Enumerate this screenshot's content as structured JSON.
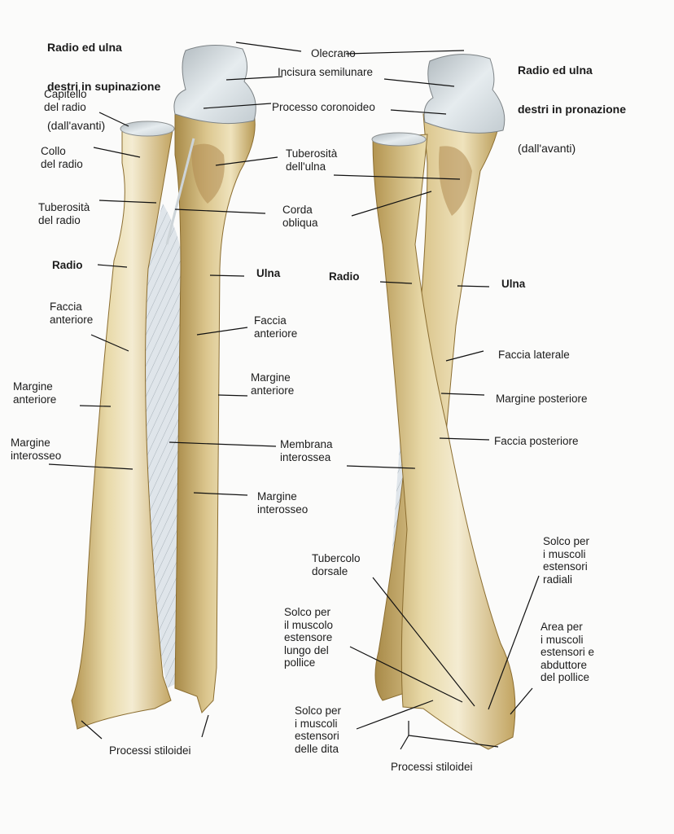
{
  "figure": {
    "colors": {
      "bone": "#d9c48c",
      "bone_shadow": "#a88a48",
      "bone_highlight": "#f3ead0",
      "cartilage": "#c9d2d6",
      "membrane": "#d8dfe4",
      "leader": "#111111",
      "background": "#fbfbfa"
    },
    "left_view": {
      "title_line1": "Radio ed ulna",
      "title_line2": "destri in supinazione",
      "title_line3": "(dall'avanti)",
      "labels": {
        "capitello": "Capitello\ndel radio",
        "collo": "Collo\ndel radio",
        "tuberosita_radio": "Tuberosità\ndel radio",
        "radio": "Radio",
        "faccia_anteriore_radio": "Faccia\nanteriore",
        "margine_anteriore_radio": "Margine\nanteriore",
        "margine_interosseo_radio": "Margine\ninterosseo",
        "processi_stiloidei": "Processi stiloidei"
      }
    },
    "center_labels": {
      "olecrano": "Olecrano",
      "incisura": "Incisura semilunare",
      "processo_coronoideo": "Processo coronoideo",
      "tuberosita_ulna": "Tuberosità\ndell'ulna",
      "corda_obliqua": "Corda\nobliqua",
      "ulna": "Ulna",
      "faccia_anteriore_ulna": "Faccia\nanteriore",
      "margine_anteriore_ulna": "Margine\nanteriore",
      "membrana": "Membrana\ninterossea",
      "margine_interosseo_ulna": "Margine\ninterosseo"
    },
    "right_view": {
      "title_line1": "Radio ed ulna",
      "title_line2": "destri in pronazione",
      "title_line3": "(dall'avanti)",
      "labels": {
        "radio": "Radio",
        "ulna": "Ulna",
        "faccia_laterale": "Faccia laterale",
        "margine_posteriore": "Margine posteriore",
        "faccia_posteriore": "Faccia posteriore",
        "tubercolo_dorsale": "Tubercolo\ndorsale",
        "solco_estensore_lungo": "Solco per\nil muscolo\nestensore\nlungo del\npollice",
        "solco_estensori_dita": "Solco per\ni muscoli\nestensori\ndelle dita",
        "solco_estensori_radiali": "Solco per\ni muscoli\nestensori\nradiali",
        "area_estensori_abduttore": "Area per\ni muscoli\nestensori e\nabduttore\ndel pollice",
        "processi_stiloidei": "Processi stiloidei"
      }
    }
  }
}
